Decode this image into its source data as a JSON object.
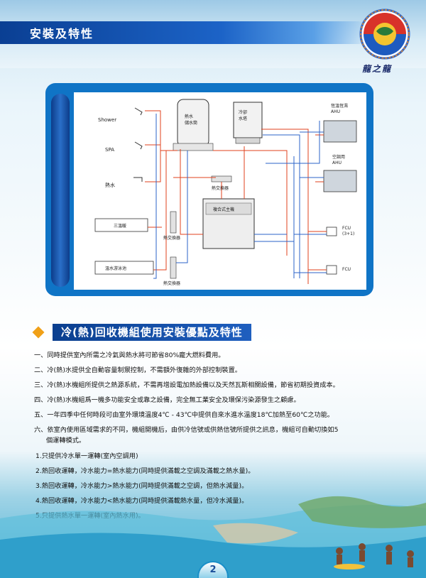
{
  "header": {
    "title": "安裝及特性",
    "logo_caption": "龍之龍"
  },
  "diagram": {
    "labels": {
      "shower": "Shower",
      "spa": "SPA",
      "hot_water": "熱水",
      "hot_tank": "熱水\n儲水筒",
      "cooling_tower": "冷卻\n水塔",
      "heat_exchanger_top": "熱交換器",
      "main_unit": "複合式主機",
      "warm_pool": "三溫暖",
      "heat_exchanger_1": "熱交換器",
      "pool": "溫水游泳池",
      "heat_exchanger_2": "熱交換器",
      "ahu1": "恆溫恆濕\nAHU",
      "ahu2": "空調用\nAHU",
      "fcu1": "FCU\n(3+1)",
      "fcu2": "FCU"
    }
  },
  "section": {
    "heading": "冷(熱)回收機組使用安裝優點及特性",
    "points": [
      "一、同時提供室內所需之冷氣與熱水將可節省80%龐大燃料費用。",
      "二、冷(熱)水提供全自動容量制禦控制，不需額外復雜的外部控制裝置。",
      "三、冷(熱)水機組所提供之熱源系統，不需再增設電加熱設備以及天然瓦斯相關設備，節省初期投資成本。",
      "四、冷(熱)水機組爲一機多功能安全或靠之設備，完全無工業安全及環保污染源發生之顧慮。",
      "五、一年四季中任何時段可由室外環境溫度4℃ - 43℃中提供自來水進水溫度18℃加熱至60℃之功能。",
      "六、依室內使用區域需求的不同，機組開機后，由供冷信號或供熱信號所提供之訊息，機組可自動切換如5",
      "個運轉模式。"
    ],
    "modes": [
      "1.只提供冷水單一運轉(室內空調用)",
      "2.熱回收運轉，冷水能力=熱水能力(同時提供滿載之空調及滿載之熱水量)。",
      "3.熱回收運轉，冷水能力>熱水能力(同時提供滿載之空調，但熱水減量)。",
      "4.熱回收運轉，冷水能力<熱水能力(同時提供滿載熱水量，但冷水減量)。",
      "5.只提供熱水單一運轉(室內熱水用)。"
    ]
  },
  "footer": {
    "page_number": "2"
  },
  "colors": {
    "title_blue": "#0a3f93",
    "frame_blue": "#0f74c6",
    "diamond_orange": "#f0a018",
    "pipe_red": "#e0421e",
    "pipe_blue": "#2b63c8"
  }
}
